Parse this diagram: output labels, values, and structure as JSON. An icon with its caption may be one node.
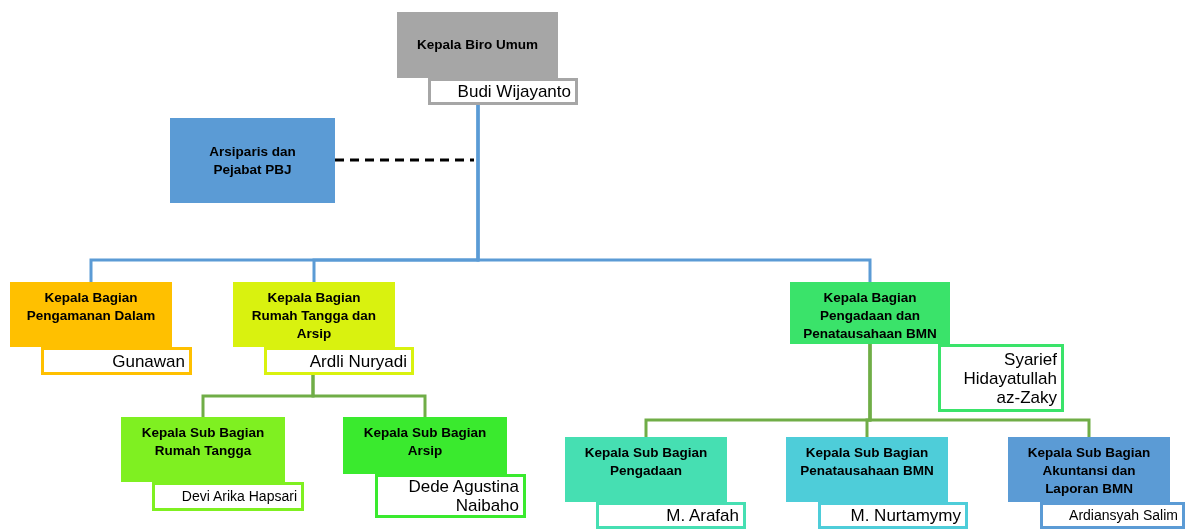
{
  "diagram": {
    "nodes": [
      {
        "text": [
          "Kepala Biro Umum"
        ]
      },
      {
        "text": [
          "Budi Wijayanto"
        ]
      },
      {
        "text": [
          "Arsiparis dan Pejabat PBJ"
        ]
      },
      {
        "text": [
          "Kepala Bagian Pengamanan Dalam"
        ]
      },
      {
        "text": [
          "Gunawan"
        ]
      },
      {
        "text": [
          "Kepala Bagian Rumah Tangga dan Arsip"
        ]
      },
      {
        "text": [
          "Ardli Nuryadi"
        ]
      },
      {
        "text": [
          "Kepala Bagian Pengadaan dan Penatausahaan BMN"
        ]
      },
      {
        "text": [
          "Syarief Hidayatullah az-Zaky"
        ]
      },
      {
        "text": [
          "Kepala Sub Bagian Rumah Tangga"
        ]
      },
      {
        "text": [
          "Devi Arika Hapsari"
        ]
      },
      {
        "text": [
          "Kepala Sub Bagian Arsip"
        ]
      },
      {
        "text": [
          "Dede Agustina Naibaho"
        ]
      },
      {
        "text": [
          "Kepala Sub Bagian Pengadaan"
        ]
      },
      {
        "text": [
          "M. Arafah"
        ]
      },
      {
        "text": [
          "Kepala Sub Bagian Penatausahaan BMN"
        ]
      },
      {
        "text": [
          "M. Nurtamymy"
        ]
      },
      {
        "text": [
          "Kepala Sub Bagian Akuntansi dan Laporan BMN"
        ]
      },
      {
        "text": [
          "Ardiansyah Salim"
        ]
      }
    ],
    "edges": [
      {
        "from": 2,
        "to": null,
        "arrow": "none",
        "style": "dashed",
        "color": "#000000"
      },
      {
        "from": 1,
        "to": 3,
        "arrow": "none",
        "color": "#5b9bd5"
      },
      {
        "from": 1,
        "to": 5,
        "arrow": "none",
        "color": "#5b9bd5"
      },
      {
        "from": 1,
        "to": 7,
        "arrow": "none",
        "color": "#5b9bd5"
      },
      {
        "from": 6,
        "to": 9,
        "arrow": "none",
        "color": "#70ad47"
      },
      {
        "from": 6,
        "to": 11,
        "arrow": "none",
        "color": "#70ad47"
      },
      {
        "from": 7,
        "to": 13,
        "arrow": "none",
        "color": "#70ad47"
      },
      {
        "from": 7,
        "to": 15,
        "arrow": "none",
        "color": "#70ad47"
      },
      {
        "from": 7,
        "to": 17,
        "arrow": "none",
        "color": "#70ad47"
      }
    ]
  }
}
